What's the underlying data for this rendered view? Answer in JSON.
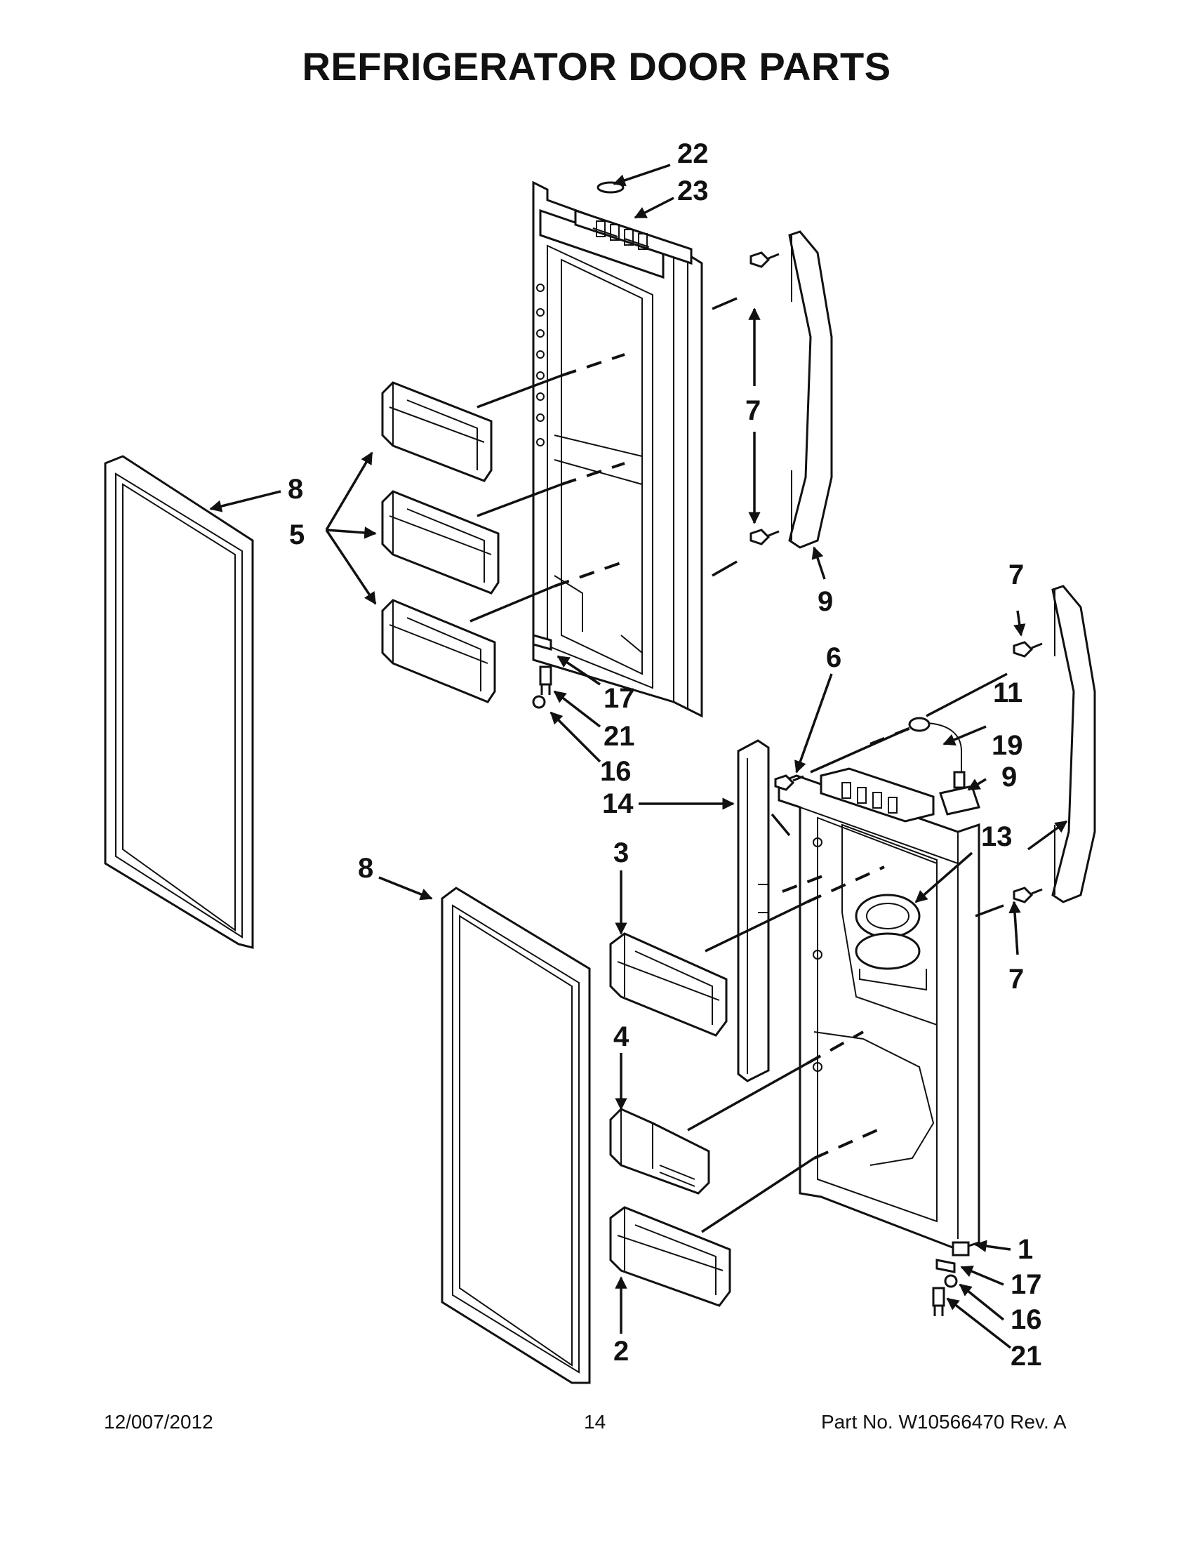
{
  "title": "REFRIGERATOR DOOR PARTS",
  "footer": {
    "date": "12/007/2012",
    "page": "14",
    "part_no": "Part No.  W10566470  Rev.  A"
  },
  "callouts": {
    "c22": "22",
    "c23": "23",
    "c7_top": "7",
    "c9_top": "9",
    "c8_left": "8",
    "c5": "5",
    "c17_left": "17",
    "c21_left": "21",
    "c16_left": "16",
    "c7_right_top": "7",
    "c6": "6",
    "c11": "11",
    "c19": "19",
    "c9_right": "9",
    "c14": "14",
    "c3": "3",
    "c13": "13",
    "c7_right_bottom": "7",
    "c8_center": "8",
    "c4": "4",
    "c1": "1",
    "c17_right": "17",
    "c16_right": "16",
    "c21_right": "21",
    "c2": "2"
  }
}
